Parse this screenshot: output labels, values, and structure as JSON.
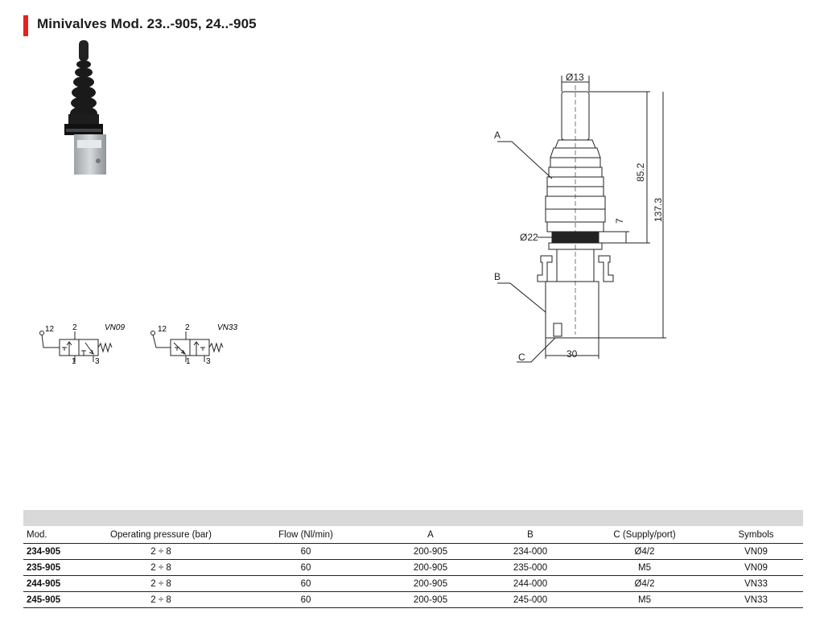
{
  "title": "Minivalves Mod. 23..-905, 24..-905",
  "colors": {
    "accent": "#e42320",
    "header_band": "#d9d9d9"
  },
  "symbols": [
    {
      "name": "VN09",
      "port_pilot": "12",
      "port_out": "2",
      "port_in": "1",
      "port_exh": "3"
    },
    {
      "name": "VN33",
      "port_pilot": "12",
      "port_out": "2",
      "port_in": "1",
      "port_exh": "3"
    }
  ],
  "drawing": {
    "dim_top_diameter": "Ø13",
    "dim_thread_diameter": "Ø22",
    "dim_height_upper": "85.2",
    "dim_height_total": "137.3",
    "dim_thread_height": "7",
    "dim_width": "30",
    "label_a": "A",
    "label_b": "B",
    "label_c": "C"
  },
  "table": {
    "headers": [
      "Mod.",
      "Operating pressure (bar)",
      "Flow (Nl/min)",
      "A",
      "B",
      "C (Supply/port)",
      "Symbols"
    ],
    "rows": [
      [
        "234-905",
        "2 ÷ 8",
        "60",
        "200-905",
        "234-000",
        "Ø4/2",
        "VN09"
      ],
      [
        "235-905",
        "2 ÷ 8",
        "60",
        "200-905",
        "235-000",
        "M5",
        "VN09"
      ],
      [
        "244-905",
        "2 ÷ 8",
        "60",
        "200-905",
        "244-000",
        "Ø4/2",
        "VN33"
      ],
      [
        "245-905",
        "2 ÷ 8",
        "60",
        "200-905",
        "245-000",
        "M5",
        "VN33"
      ]
    ]
  }
}
